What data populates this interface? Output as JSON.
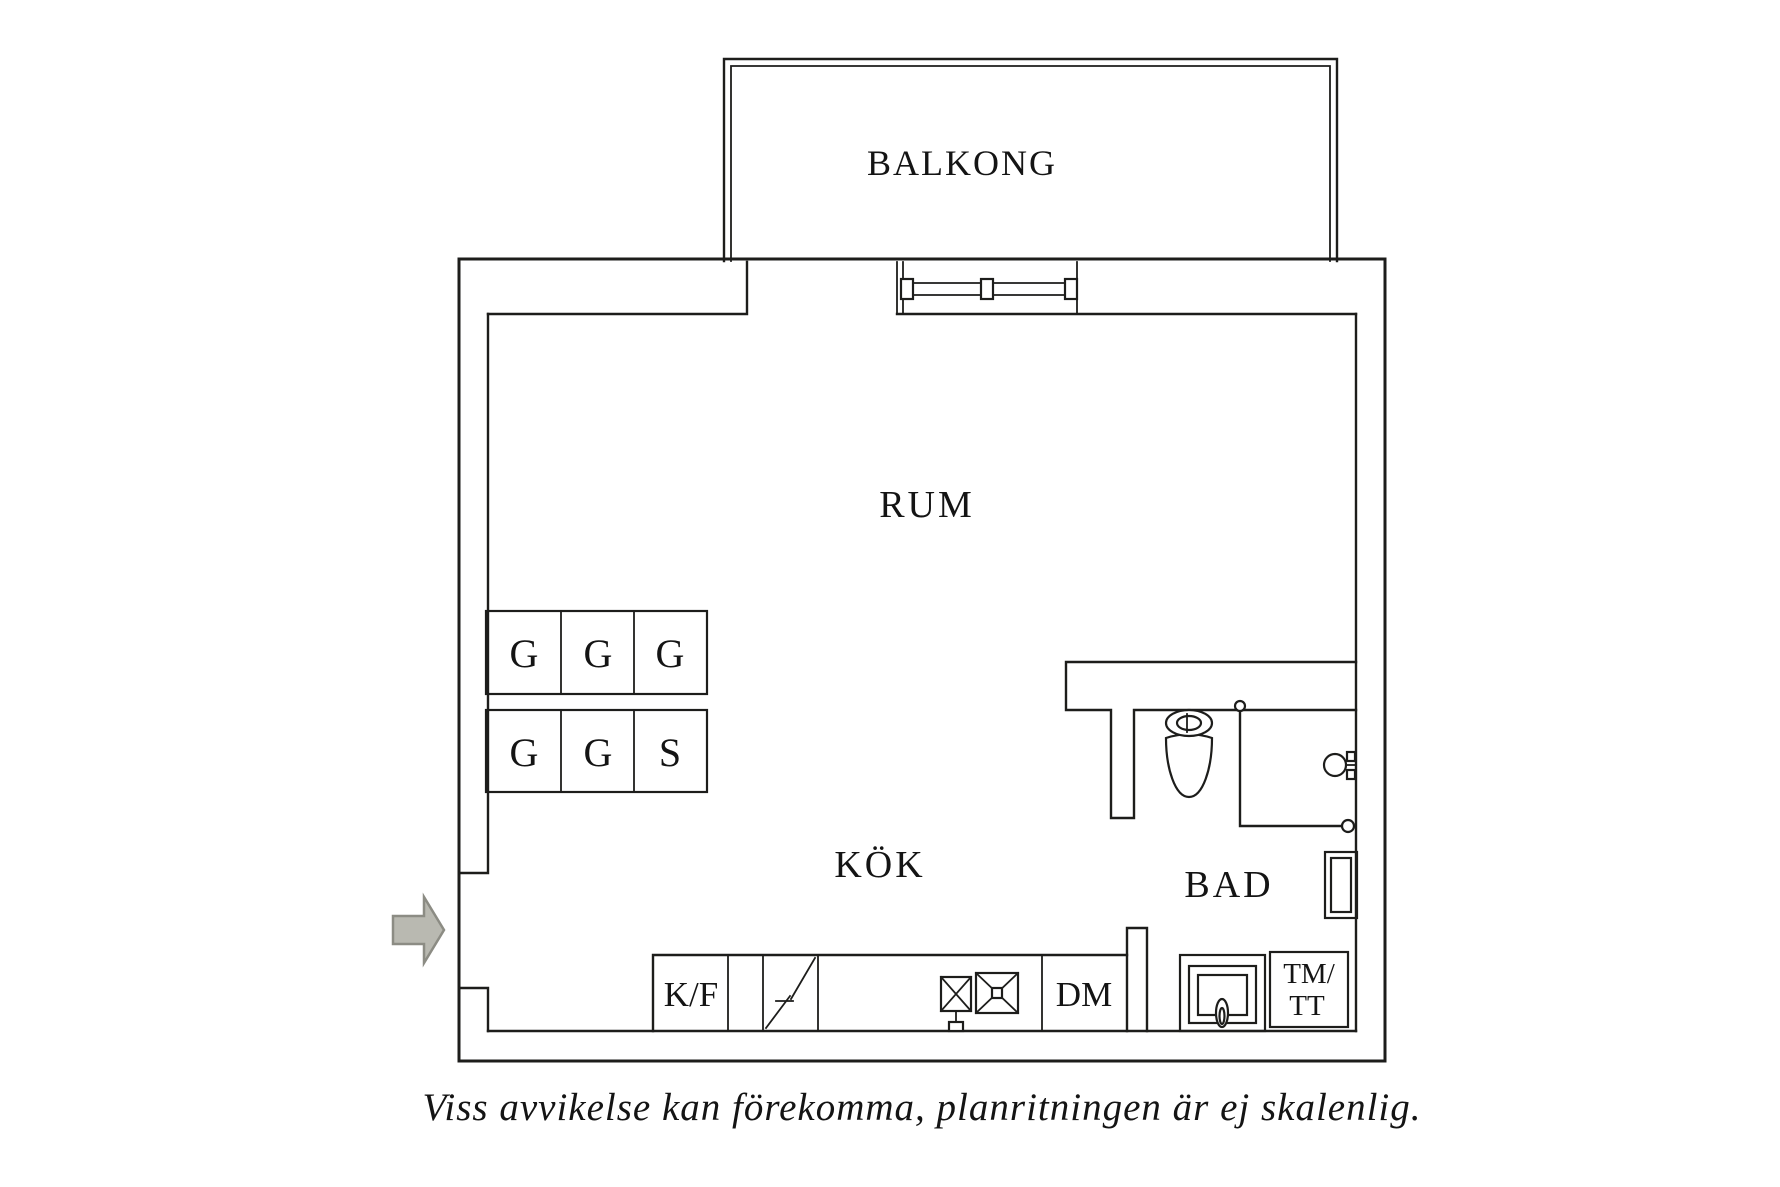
{
  "plan": {
    "rooms": {
      "balcony": "BALKONG",
      "room": "RUM",
      "kitchen": "KÖK",
      "bathroom": "BAD"
    },
    "closets": {
      "row1": [
        "G",
        "G",
        "G"
      ],
      "row2": [
        "G",
        "G",
        "S"
      ]
    },
    "appliances": {
      "fridge_freezer": "K/F",
      "dishwasher": "DM",
      "washer_dryer_line1": "TM/",
      "washer_dryer_line2": "TT"
    },
    "disclaimer": "Viss avvikelse kan förekomma, planritningen är ej skalenlig.",
    "colors": {
      "line": "#1d1d1b",
      "background": "#ffffff",
      "arrow_fill": "#b9b9b1",
      "arrow_stroke": "#8c8c84"
    }
  }
}
